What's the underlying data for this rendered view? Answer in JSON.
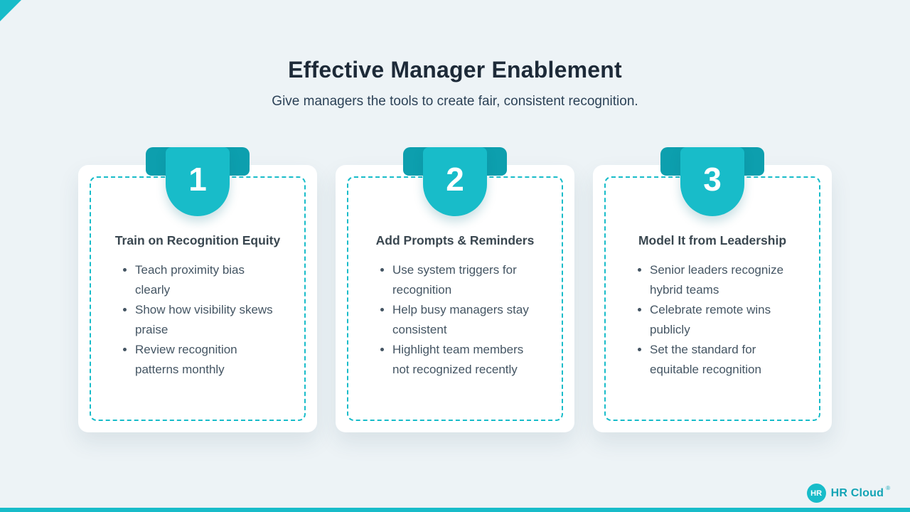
{
  "header": {
    "title": "Effective Manager Enablement",
    "subtitle": "Give managers the tools to create fair, consistent recognition."
  },
  "cards": [
    {
      "number": "1",
      "heading": "Train on Recognition Equity",
      "bullets": [
        "Teach proximity bias clearly",
        "Show how visibility skews praise",
        "Review recognition patterns monthly"
      ]
    },
    {
      "number": "2",
      "heading": "Add Prompts & Reminders",
      "bullets": [
        "Use system triggers for recognition",
        "Help busy managers stay consistent",
        "Highlight team members not recognized recently"
      ]
    },
    {
      "number": "3",
      "heading": "Model It from Leadership",
      "bullets": [
        "Senior leaders recognize hybrid teams",
        "Celebrate remote wins publicly",
        "Set the standard for equitable recognition"
      ]
    }
  ],
  "logo": {
    "badge": "HR",
    "text": "HR Cloud",
    "registered": "®"
  },
  "colors": {
    "background": "#edf3f6",
    "accent_teal": "#18bcc9",
    "accent_teal_dark": "#0d9fae",
    "title_text": "#1d2a38",
    "body_text": "#445563"
  }
}
